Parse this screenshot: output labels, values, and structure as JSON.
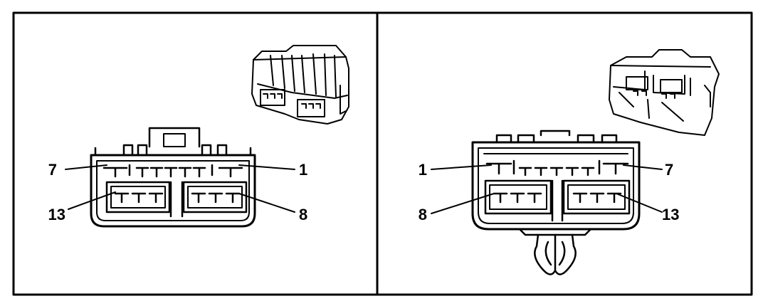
{
  "figure": {
    "left_view": {
      "pin_labels": {
        "top_left": "7",
        "top_right": "1",
        "bottom_left": "13",
        "bottom_right": "8"
      }
    },
    "right_view": {
      "pin_labels": {
        "top_left": "1",
        "top_right": "7",
        "bottom_left": "8",
        "bottom_right": "13"
      }
    }
  },
  "colors": {
    "ink": "#000000",
    "paper": "#ffffff"
  }
}
